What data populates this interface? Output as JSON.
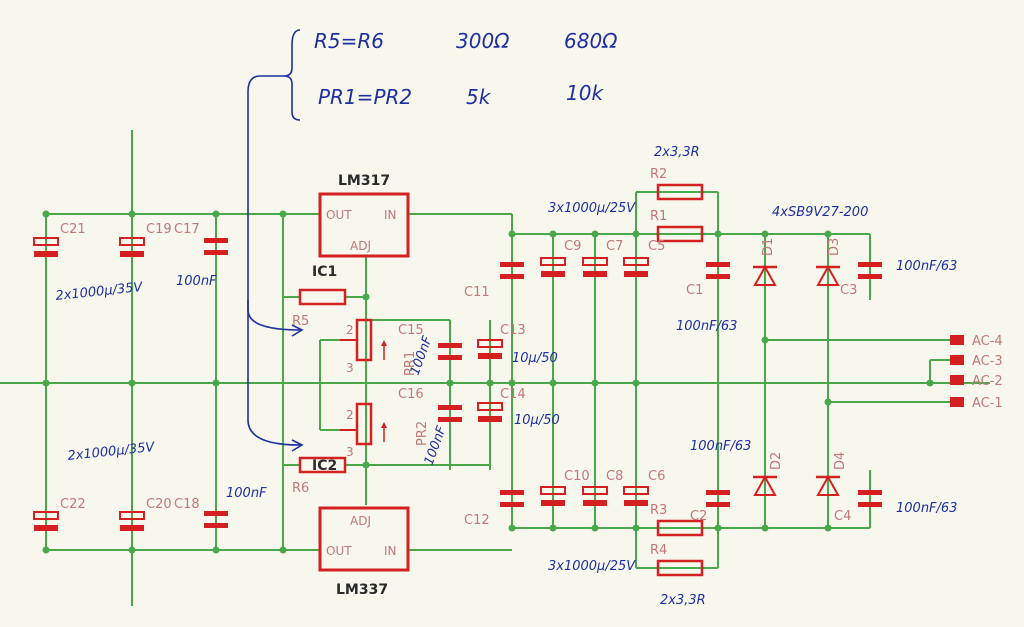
{
  "notes": {
    "line1_name": "R5=R6",
    "line1_a": "300Ω",
    "line1_b": "680Ω",
    "line2_name": "PR1=PR2",
    "line2_a": "5k",
    "line2_b": "10k"
  },
  "regulators": {
    "top_name": "LM317",
    "top_ref": "IC1",
    "bottom_name": "LM337",
    "bottom_ref": "IC2",
    "pin_out": "OUT",
    "pin_in": "IN",
    "pin_adj": "ADJ"
  },
  "component_labels": {
    "c21": "C21",
    "c19": "C19",
    "c17": "C17",
    "c22": "C22",
    "c20": "C20",
    "c18": "C18",
    "c15": "C15",
    "c13": "C13",
    "c16": "C16",
    "c14": "C14",
    "c11": "C11",
    "c12": "C12",
    "c9": "C9",
    "c7": "C7",
    "c5": "C5",
    "c10": "C10",
    "c8": "C8",
    "c6": "C6",
    "c1": "C1",
    "c2": "C2",
    "c3": "C3",
    "c4": "C4",
    "r1": "R1",
    "r2": "R2",
    "r3": "R3",
    "r4": "R4",
    "r5": "R5",
    "r6": "R6",
    "pr1": "PR1",
    "pr2": "PR2",
    "d1": "D1",
    "d2": "D2",
    "d3": "D3",
    "d4": "D4",
    "pin2": "2",
    "pin3": "3"
  },
  "connectors": [
    "AC-4",
    "AC-3",
    "AC-2",
    "AC-1"
  ],
  "handwritten": {
    "in_caps_top": "2x1000µ/35V",
    "in_caps_bottom": "2x1000µ/35V",
    "c17_value": "100nF",
    "c18_value": "100nF",
    "c15_value": "100nF",
    "c16_value": "100nF",
    "c13_value": "10µ/50",
    "c14_value": "10µ/50",
    "res_top": "2x3,3R",
    "res_bottom": "2x3,3R",
    "caps_top": "3x1000µ/25V",
    "caps_bottom": "3x1000µ/25V",
    "diodes": "4xSB9V27-200",
    "c1_value": "100nF/63",
    "c2_value": "100nF/63",
    "c3_value": "100nF/63",
    "c4_value": "100nF/63"
  },
  "colors": {
    "wire": "#4aa84a",
    "component": "#d42020",
    "ink": "#1f2fa0",
    "background": "#f7f7ee"
  }
}
